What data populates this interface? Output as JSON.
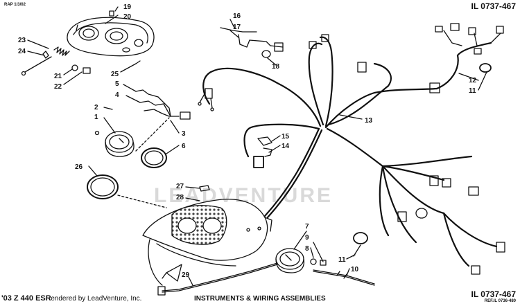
{
  "header": {
    "revision": "RAP 1/3/02",
    "illustration_number": "IL 0737-467"
  },
  "footer": {
    "model": "'03 Z 440 ESR",
    "renderer": "Rendered by LeadVenture, Inc.",
    "title": "INSTRUMENTS & WIRING ASSEMBLIES",
    "illustration_number": "IL 0737-467",
    "reference": "REF.IL 0736-480"
  },
  "watermark": "LEADVENTURE",
  "callouts": [
    "1",
    "2",
    "3",
    "4",
    "5",
    "6",
    "7",
    "8",
    "9",
    "10",
    "11",
    "11",
    "12",
    "13",
    "14",
    "15",
    "16",
    "17",
    "18",
    "19",
    "20",
    "21",
    "22",
    "23",
    "24",
    "25",
    "26",
    "27",
    "28",
    "29"
  ],
  "colors": {
    "ink": "#111111",
    "watermark": "#d9d9d9",
    "pod_grid": "#555555"
  }
}
